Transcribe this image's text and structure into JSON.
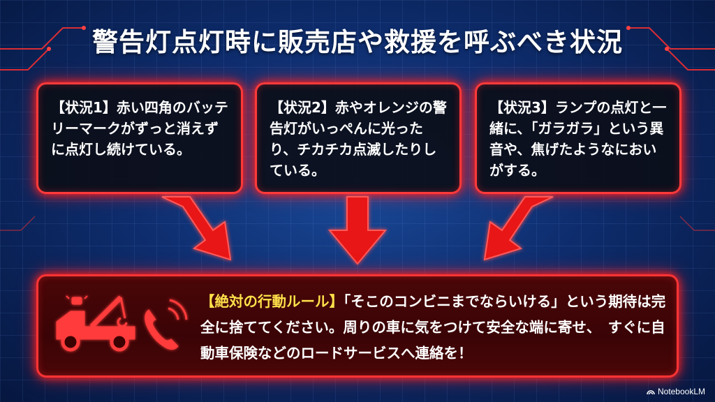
{
  "title": "警告灯点灯時に販売店や救援を呼ぶべき状況",
  "situations": [
    {
      "text": "【状況1】赤い四角のバッテリーマークがずっと消えずに点灯し続けている。"
    },
    {
      "text": "【状況2】赤やオレンジの警告灯がいっぺんに光ったり、チカチカ点滅したりしている。"
    },
    {
      "text": "【状況3】ランプの点灯と一緒に、「ガラガラ」という異音や、焦げたようなにおいがする。"
    }
  ],
  "rule": {
    "label": "【絶対の行動ルール】",
    "text": "「そこのコンビニまでならいける」という期待は完全に捨ててください。周りの車に気をつけて安全な端に寄せ、　すぐに自動車保険などのロードサービスへ連絡を！"
  },
  "icons": [
    "tow-truck-icon",
    "phone-icon"
  ],
  "brand": "NotebookLM",
  "colors": {
    "accent": "#ff3a3a",
    "highlight": "#ffe14a",
    "background": "#0e2d6e"
  }
}
